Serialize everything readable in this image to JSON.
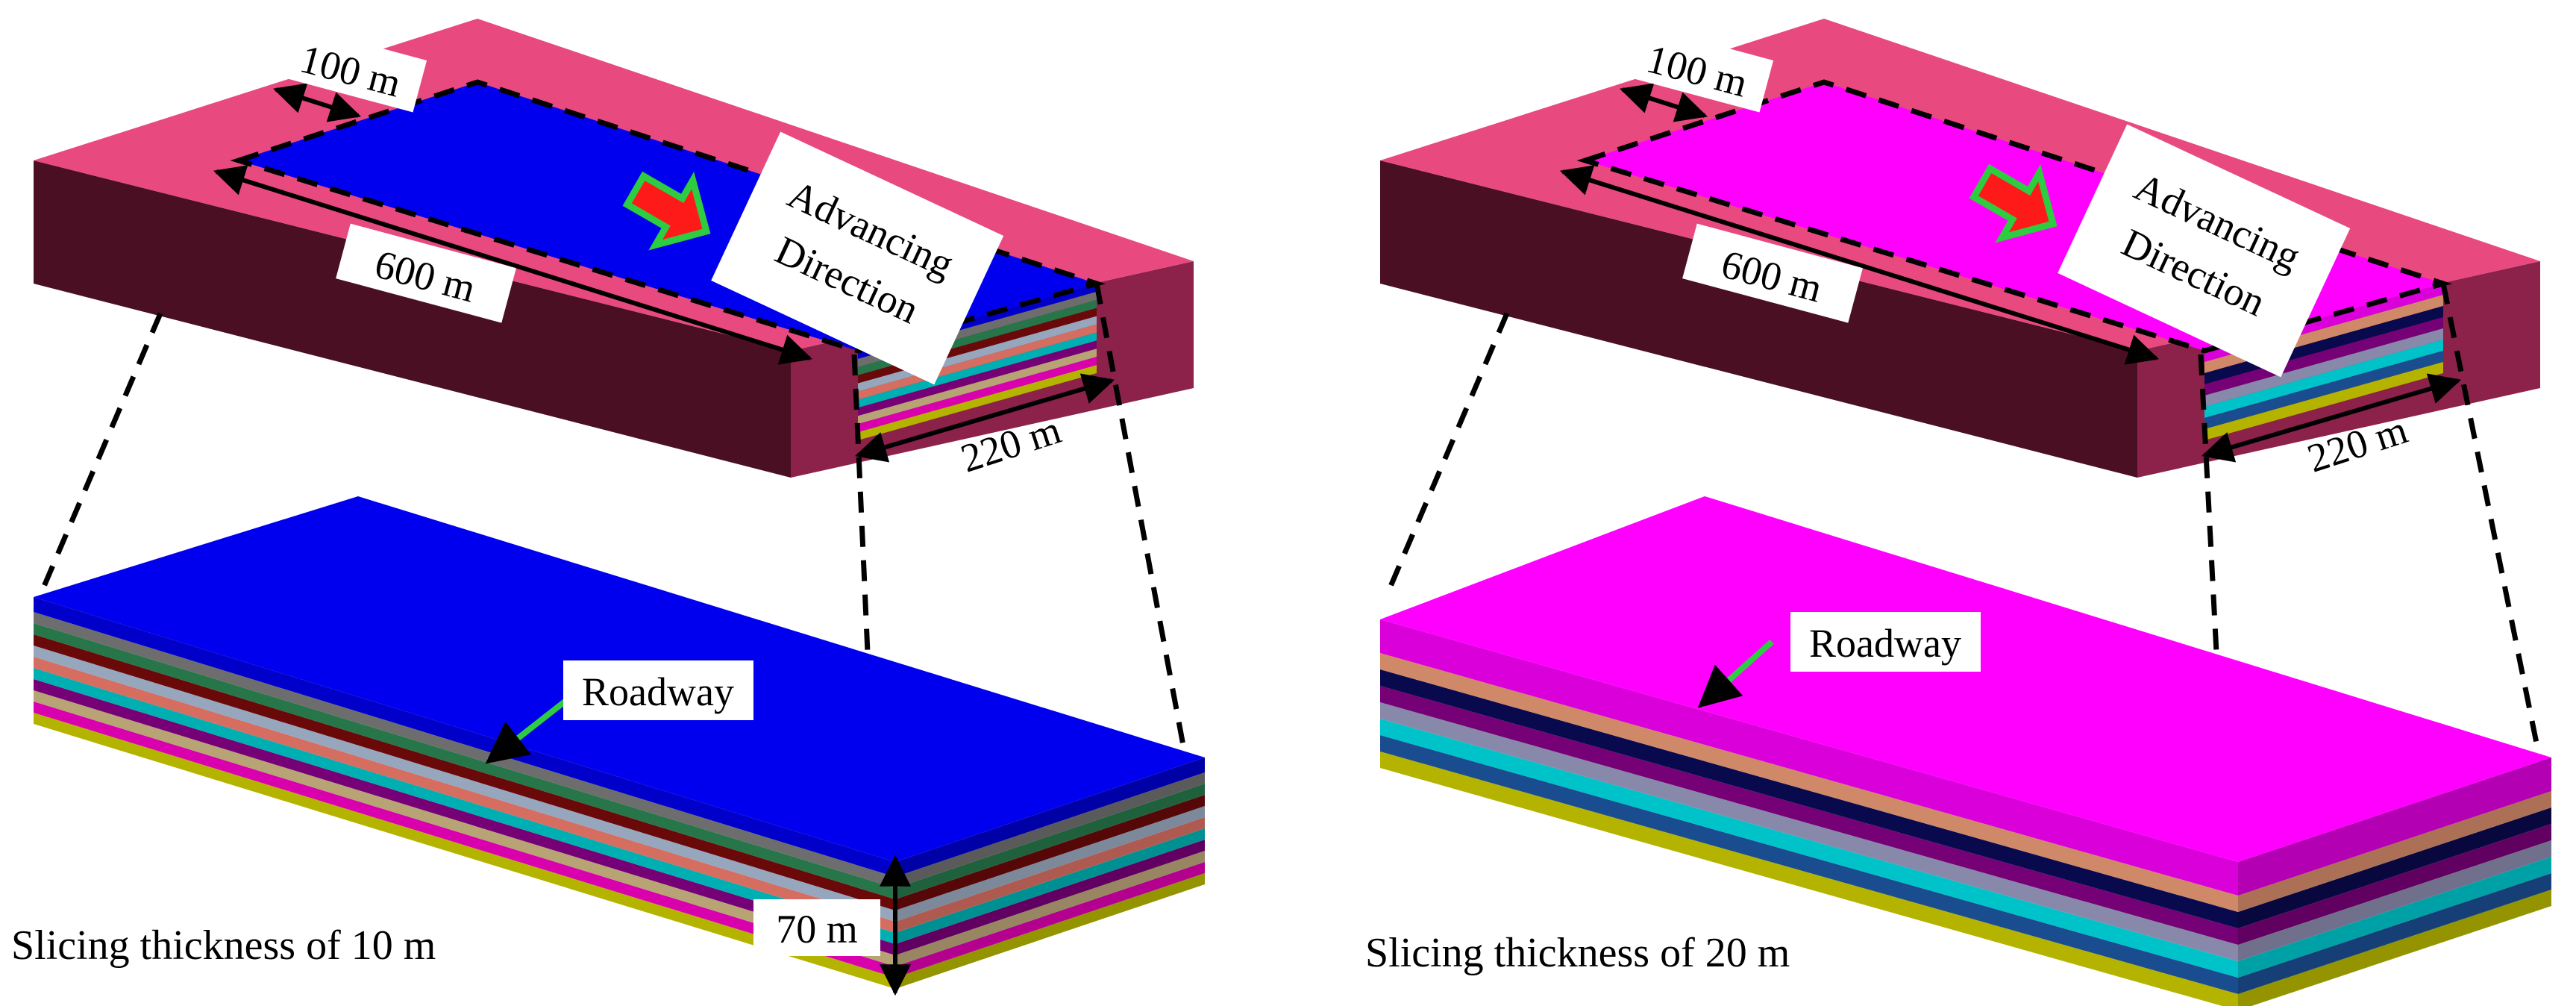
{
  "panels": [
    {
      "id": "left",
      "caption": "Slicing thickness of 10 m",
      "width_label": "100 m",
      "length_label": "600 m",
      "face_label": "220 m",
      "thickness_label": "70 m",
      "direction_line1": "Advancing",
      "direction_line2": "Direction",
      "roadway_label": "Roadway",
      "slice_colors": [
        "#0000ee",
        "#808080",
        "#2e8b57",
        "#7b0a0a",
        "#b0c4de",
        "#fa8072",
        "#00ced1",
        "#8b008b",
        "#d8c08a",
        "#ff00cc",
        "#d4d400"
      ]
    },
    {
      "id": "right",
      "caption": "Slicing thickness of 20 m",
      "width_label": "100 m",
      "length_label": "600 m",
      "face_label": "220 m",
      "direction_line1": "Advancing",
      "direction_line2": "Direction",
      "roadway_label": "Roadway",
      "slice_colors": [
        "#ff00ff",
        "#f4a07a",
        "#0b0b5a",
        "#8b008b",
        "#a0a0c8",
        "#00e5ee",
        "#1e5aa8",
        "#d4d400"
      ]
    }
  ],
  "colors": {
    "overburden_top": "#e8497e",
    "overburden_front": "#4a0f22",
    "overburden_side": "#8c2149",
    "arrow_fill": "#ff1a1a",
    "arrow_outline": "#2ecc40",
    "roadway_arrow": "#2ecc40"
  }
}
